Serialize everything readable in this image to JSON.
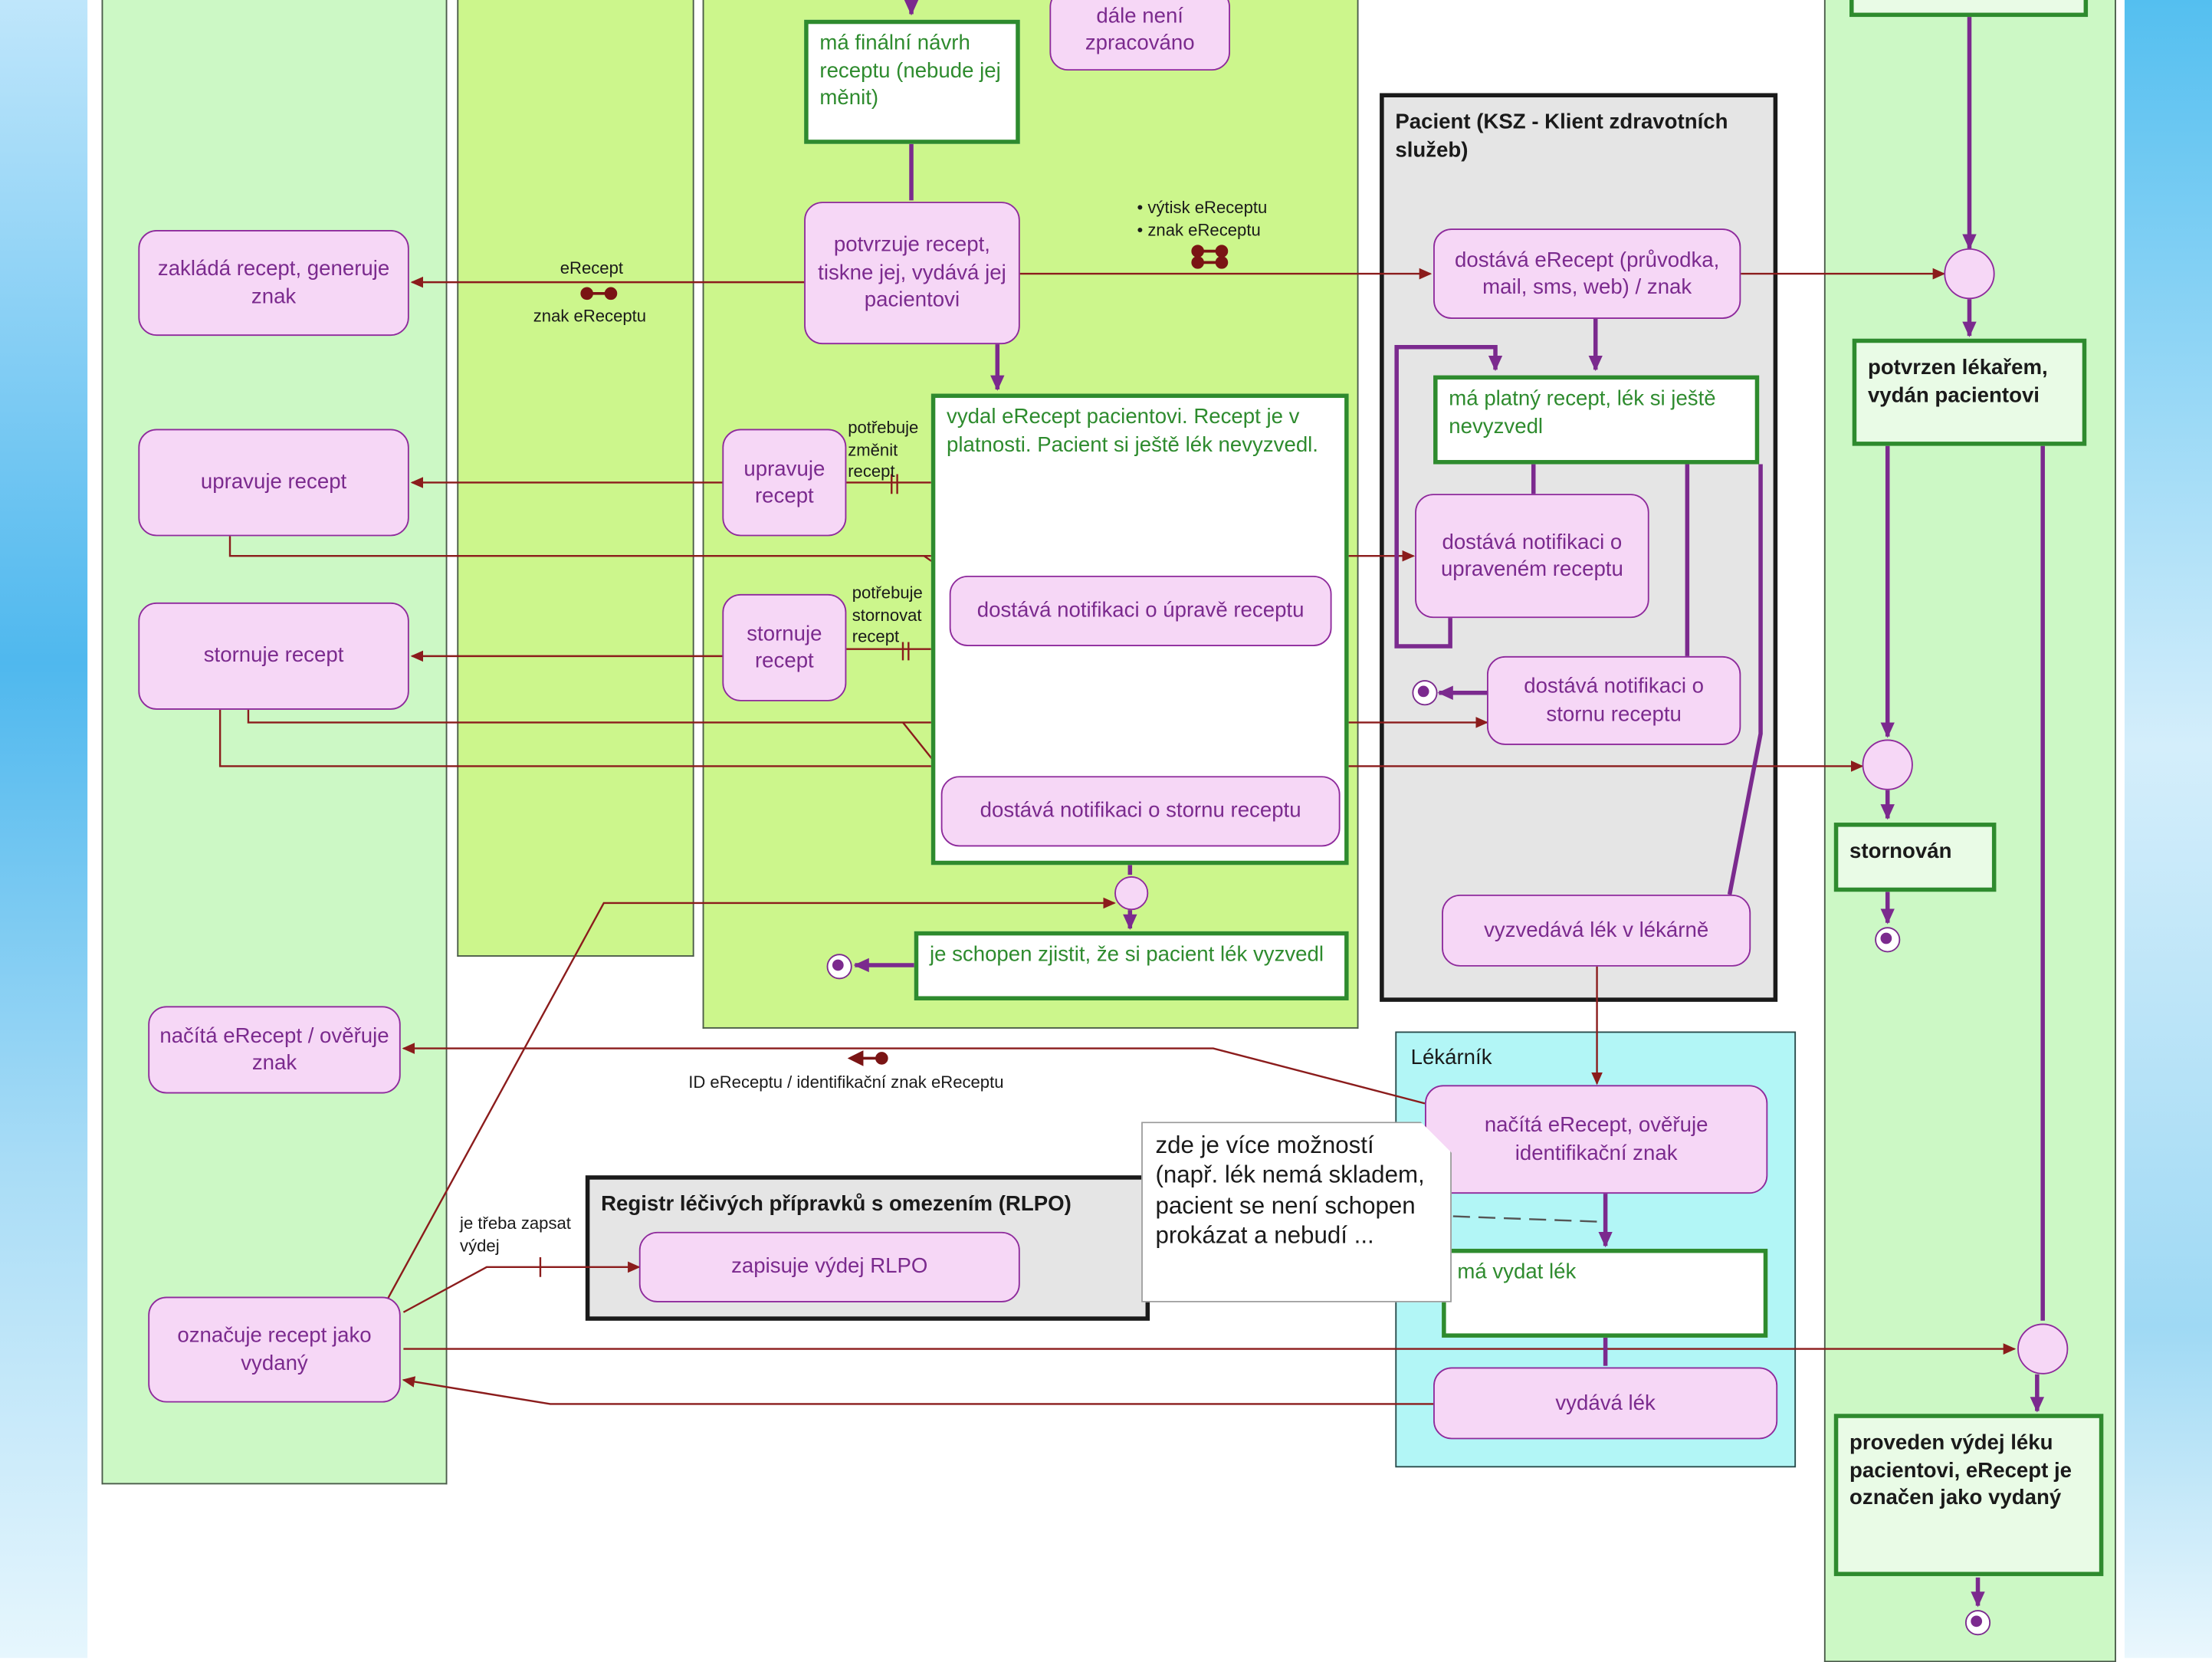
{
  "swimlanes": {
    "patient": "Pacient (KSZ - Klient zdravotních služeb)",
    "pharmacist": "Lékárník",
    "rlpo": "Registr léčivých přípravků s omezením (RLPO)"
  },
  "activities": {
    "zaklada_recept": "zakládá recept, generuje znak",
    "upravuje_recept_left": "upravuje recept",
    "stornuje_recept_left": "stornuje recept",
    "nacita_erecept_left": "načítá eRecept / ověřuje znak",
    "oznacuje_vydany": "označuje recept jako vydaný",
    "dale_neni": "dále není zpracováno",
    "potvrzuje_recept": "potvrzuje recept, tiskne jej, vydává jej pacientovi",
    "upravuje_recept_doc": "upravuje recept",
    "stornuje_recept_doc": "stornuje recept",
    "notif_uprava_doc": "dostává notifikaci o úpravě receptu",
    "notif_storno_doc": "dostává notifikaci o stornu receptu",
    "zapisuje_rlpo": "zapisuje výdej RLPO",
    "pacient_dostava": "dostává eRecept (průvodka, mail, sms, web) / znak",
    "pacient_notif_uprava": "dostává notifikaci o upraveném receptu",
    "pacient_notif_storno": "dostává notifikaci o stornu receptu",
    "vyzvedava_lek": "vyzvedává lék v lékárně",
    "lekarnik_nacita": "načítá eRecept, ověřuje identifikační znak",
    "vydava_lek": "vydává lék"
  },
  "states": {
    "financni_navrh": "má finální návrh receptu (nebude jej měnit)",
    "vydal_erecept": "vydal eRecept pacientovi. Recept je v platnosti. Pacient si ještě lék nevyzvedl.",
    "je_schopen_zjistit": "je schopen zjistit, že si pacient lék vyzvedl",
    "ma_platny_recept": "má platný recept, lék si ještě nevyzvedl",
    "ma_vydat_lek": "má vydat lék"
  },
  "recipe_states": {
    "potvrzen": "potvrzen lékařem, vydán pacientovi",
    "stornovan": "stornován",
    "proveden": "proveden výdej léku pacientovi, eRecept je označen jako vydaný"
  },
  "flow_labels": {
    "erecept": "eRecept",
    "znak_erecept": "znak eReceptu",
    "vytisk_znak": "• výtisk eReceptu\n• znak eReceptu",
    "potrebuje_zmenit": "potřebuje změnit recept",
    "potrebuje_stornovat": "potřebuje stornovat recept",
    "je_treba_zapsat": "je třeba zapsat výdej",
    "id_erecept": "ID eReceptu / identifikační znak eReceptu"
  },
  "note": "zde je více možností (např. lék nemá skladem, pacient se není schopen prokázat a nebudí ...",
  "colors": {
    "lane_green": "#ccf8c5",
    "lane_lime": "#ccf68c",
    "lane_cyan": "#b2f6f6",
    "swim_gray": "#e5e5e5",
    "flow_line": "#8b1c1c",
    "control_flow": "#7b2a8e",
    "state_border": "#2e8b2e",
    "activity_fill": "#f6d7f6"
  }
}
